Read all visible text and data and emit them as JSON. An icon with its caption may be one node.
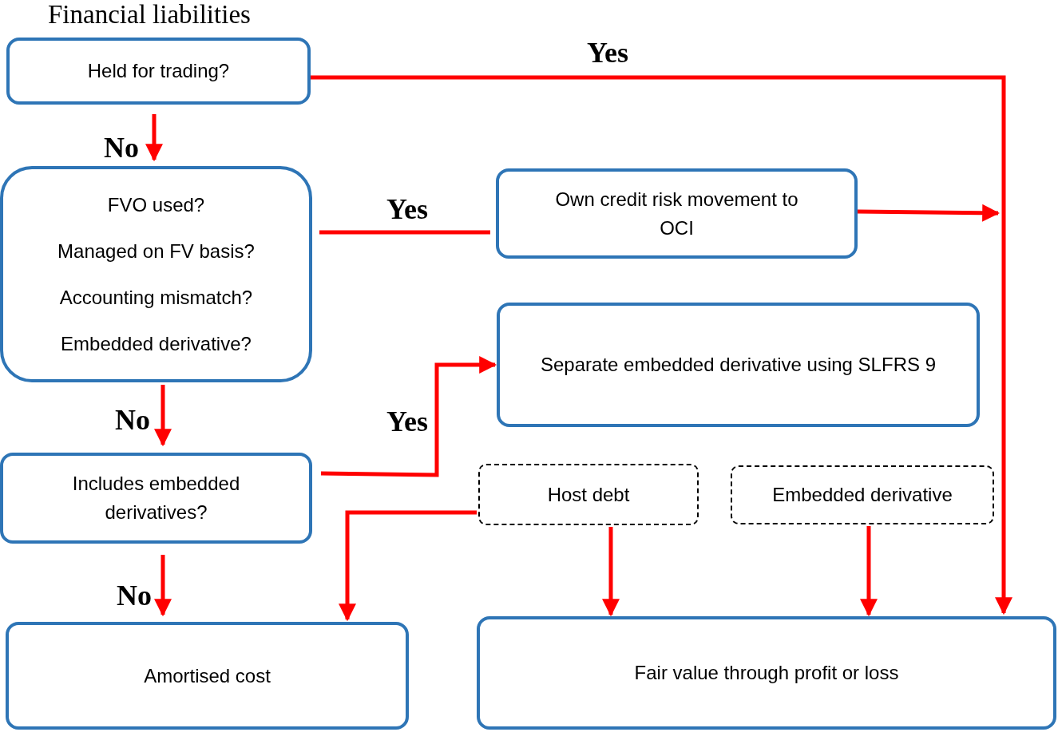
{
  "diagram": {
    "title": "Financial liabilities",
    "nodes": [
      {
        "text": [
          "Held for trading?"
        ]
      },
      {
        "text": [
          "FVO used?",
          "Managed on FV basis?",
          "Accounting mismatch?",
          "Embedded derivative?"
        ]
      },
      {
        "text": [
          "Own credit risk movement to OCI"
        ]
      },
      {
        "text": [
          "Includes embedded derivatives?"
        ]
      },
      {
        "text": [
          "Separate embedded derivative using SLFRS 9"
        ]
      },
      {
        "text": [
          "Host debt"
        ]
      },
      {
        "text": [
          "Embedded derivative"
        ]
      },
      {
        "text": [
          "Amortised cost"
        ]
      },
      {
        "text": [
          "Fair value through profit or loss"
        ]
      }
    ],
    "edges": [
      {
        "from": 0,
        "to": 8,
        "arrow": "to",
        "label": "Yes"
      },
      {
        "from": 0,
        "to": 1,
        "arrow": "to",
        "label": "No"
      },
      {
        "from": 1,
        "to": 2,
        "arrow": "none",
        "label": "Yes"
      },
      {
        "from": 2,
        "to": null,
        "arrow": "to"
      },
      {
        "from": 1,
        "to": 3,
        "arrow": "to",
        "label": "No"
      },
      {
        "from": 3,
        "to": 4,
        "arrow": "to",
        "label": "Yes"
      },
      {
        "from": 3,
        "to": 7,
        "arrow": "to",
        "label": "No"
      },
      {
        "from": 5,
        "to": 7,
        "arrow": "to"
      },
      {
        "from": 5,
        "to": 8,
        "arrow": "to"
      },
      {
        "from": 6,
        "to": 8,
        "arrow": "to"
      }
    ]
  }
}
